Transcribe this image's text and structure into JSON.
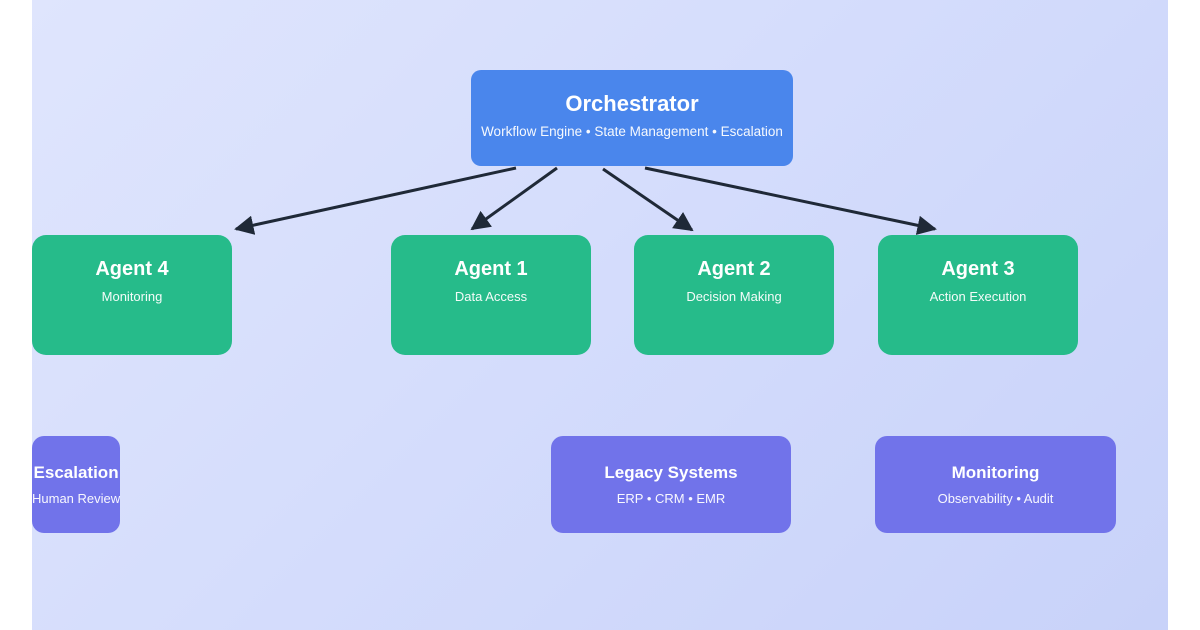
{
  "diagram": {
    "type": "orchestrator-multi-agent-architecture",
    "background_gradient": [
      "#dfe5fd",
      "#c8d2f9"
    ],
    "frame_color": "#ffffff",
    "arrow_color": "#1f2937"
  },
  "orchestrator": {
    "title": "Orchestrator",
    "subtitle": "Workflow Engine • State Management • Escalation",
    "color": "#4a86ec"
  },
  "agents": [
    {
      "title": "Agent 1",
      "subtitle": "Data Access"
    },
    {
      "title": "Agent 2",
      "subtitle": "Decision Making"
    },
    {
      "title": "Agent 3",
      "subtitle": "Action Execution"
    },
    {
      "title": "Agent 4",
      "subtitle": "Monitoring"
    }
  ],
  "agent_color": "#26bb8a",
  "support_systems": [
    {
      "title": "Legacy Systems",
      "subtitle": "ERP • CRM • EMR"
    },
    {
      "title": "Monitoring",
      "subtitle": "Observability • Audit"
    },
    {
      "title": "Escalation",
      "subtitle": "Human Review"
    }
  ],
  "support_color": "#7173ea",
  "connections": [
    {
      "from": "Orchestrator",
      "to": "Agent 1"
    },
    {
      "from": "Orchestrator",
      "to": "Agent 2"
    },
    {
      "from": "Orchestrator",
      "to": "Agent 3"
    },
    {
      "from": "Orchestrator",
      "to": "Agent 4"
    }
  ]
}
